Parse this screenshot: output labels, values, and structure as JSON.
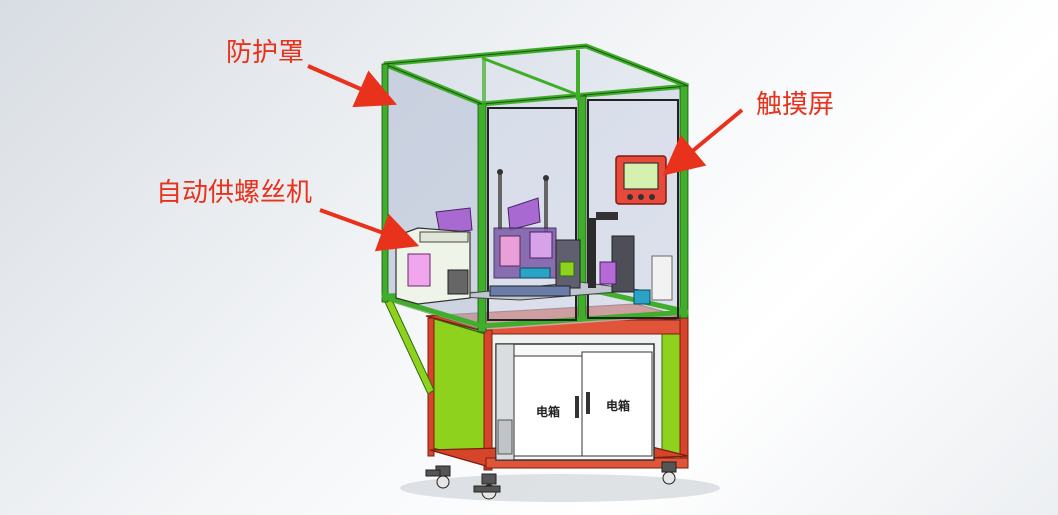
{
  "labels": {
    "protective_cover": "防护罩",
    "touch_screen": "触摸屏",
    "auto_screw_feeder": "自动供螺丝机"
  },
  "cabinet": {
    "left_door": "电箱",
    "right_door": "电箱"
  },
  "colors": {
    "callout": "#e8321c",
    "frame_green": "#3fae2a",
    "base_green": "#8fd21e",
    "base_red": "#d6442a",
    "glass": "#b9c2d6"
  }
}
